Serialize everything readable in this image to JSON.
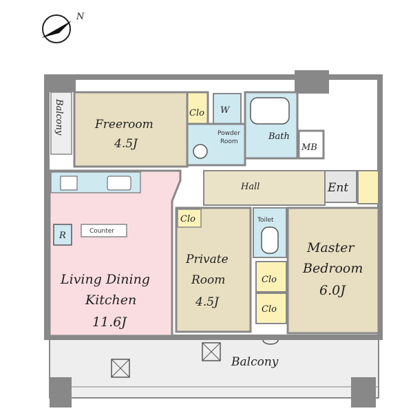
{
  "compass": {
    "north_label": "N"
  },
  "rooms": {
    "freeroom": {
      "name": "Freeroom",
      "size": "4.5J"
    },
    "ldk": {
      "line1": "Living Dining",
      "line2": "Kitchen",
      "size": "11.6J"
    },
    "private_room": {
      "line1": "Private",
      "line2": "Room",
      "size": "4.5J"
    },
    "master_bedroom": {
      "line1": "Master",
      "line2": "Bedroom",
      "size": "6.0J"
    },
    "bath": "Bath",
    "powder_room": {
      "line1": "Powder",
      "line2": "Room"
    },
    "washer": "W",
    "hall": "Hall",
    "entrance": "Ent",
    "meter_box": "MB",
    "toilet": "Toilet",
    "refrigerator": "R",
    "counter": "Counter",
    "balcony_left": "Balcony",
    "balcony_bottom": "Balcony"
  },
  "closets": {
    "label": "Clo"
  },
  "colors": {
    "freeroom_fill": "#e8dfc2",
    "ldk_fill": "#f9dde1",
    "private_fill": "#e8dfc2",
    "master_fill": "#e8dfc2",
    "wet_fill": "#cfe9f1",
    "hall_fill": "#ebe3c8",
    "closet_fill": "#fcf2b8",
    "entrance_fill": "#e6e6e6",
    "balcony_fill": "#eeeeee",
    "wall": "#888888"
  }
}
